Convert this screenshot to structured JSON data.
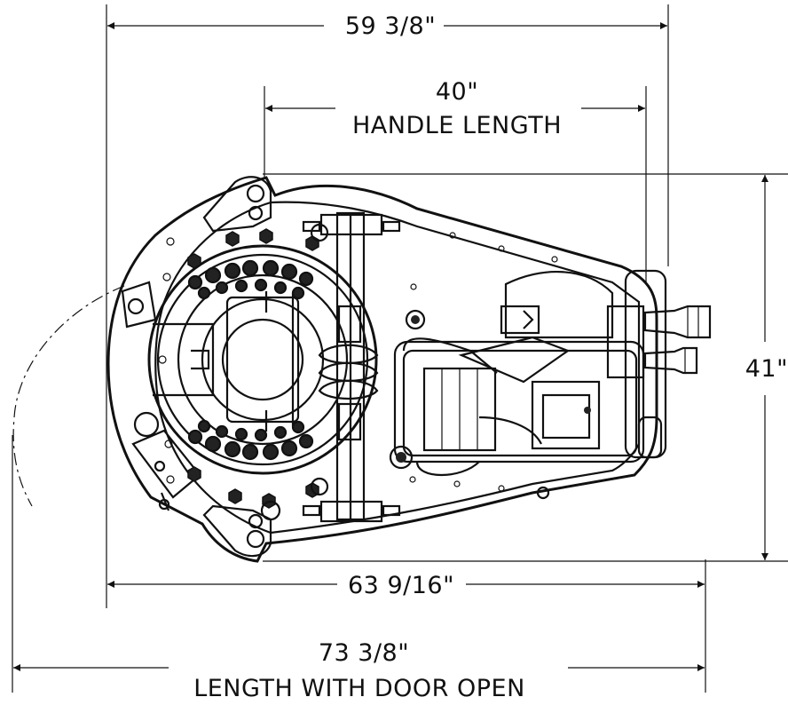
{
  "dimensions": {
    "overall_width": "59 3/8\"",
    "handle_value": "40\"",
    "handle_label": "HANDLE LENGTH",
    "height": "41\"",
    "body_length": "63 9/16\"",
    "door_open_value": "73 3/8\"",
    "door_open_label": "LENGTH WITH DOOR OPEN"
  }
}
